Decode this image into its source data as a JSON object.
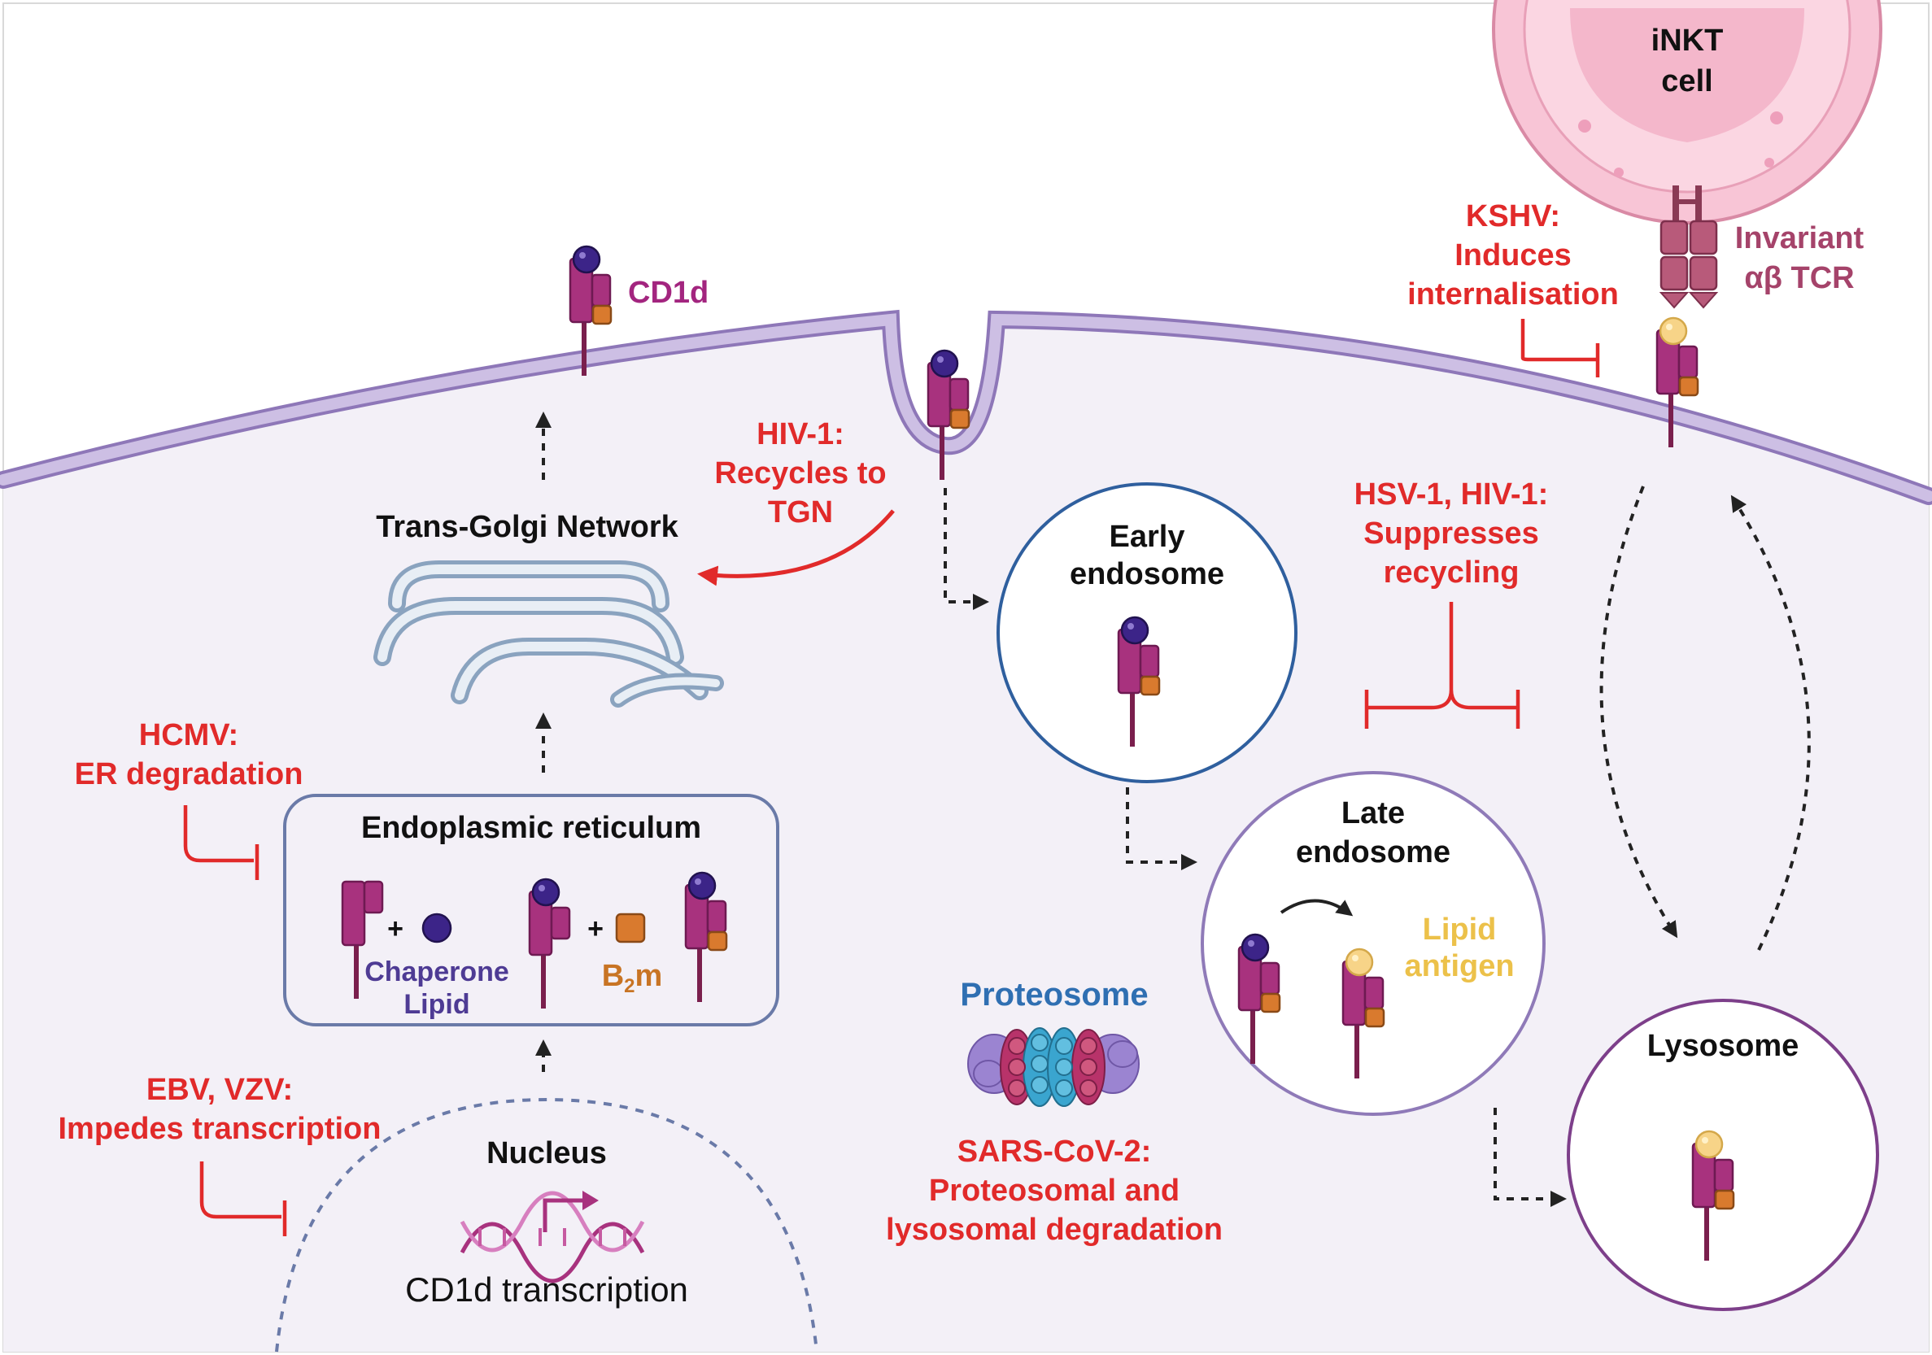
{
  "cell_labels": {
    "cd1d": "CD1d",
    "inkt": [
      "iNKT",
      "cell"
    ],
    "tcr": [
      "Invariant",
      "αβ TCR"
    ]
  },
  "organelles": {
    "golgi": "Trans-Golgi Network",
    "er": "Endoplasmic reticulum",
    "nucleus": "Nucleus",
    "transcription": "CD1d transcription",
    "early_endosome": [
      "Early",
      "endosome"
    ],
    "late_endosome": [
      "Late",
      "endosome"
    ],
    "lysosome": "Lysosome",
    "proteosome": "Proteosome"
  },
  "er_contents": {
    "plus": "+",
    "chaperone": [
      "Chaperone",
      "Lipid"
    ],
    "b2m_main": "B",
    "b2m_sub": "2",
    "b2m_tail": "m"
  },
  "lipid_antigen": [
    "Lipid",
    "antigen"
  ],
  "viral": {
    "kshv": [
      "KSHV:",
      "Induces",
      "internalisation"
    ],
    "hiv_tgn": [
      "HIV-1:",
      "Recycles to",
      "TGN"
    ],
    "hsv_hiv": [
      "HSV-1, HIV-1:",
      "Suppresses",
      "recycling"
    ],
    "hcmv": [
      "HCMV:",
      "ER degradation"
    ],
    "ebv_vzv": [
      "EBV, VZV:",
      "Impedes transcription"
    ],
    "sars": [
      "SARS-CoV-2:",
      "Proteosomal and",
      "lysosomal degradation"
    ]
  },
  "colors": {
    "viral_red": "#e12a2a",
    "cd1d_heavy": "#a8327e",
    "lipid_dark": "#3c2488",
    "lipid_antigen": "#f7d488",
    "b2m": "#d97a2e",
    "membrane": "#c8b6dc",
    "cytoplasm": "#f3f0f7",
    "inkt": "#f8c5d6",
    "proteosome_blue": "#3aa5cf",
    "proteosome_red": "#b8336a",
    "proteosome_purple": "#9b84d1"
  }
}
